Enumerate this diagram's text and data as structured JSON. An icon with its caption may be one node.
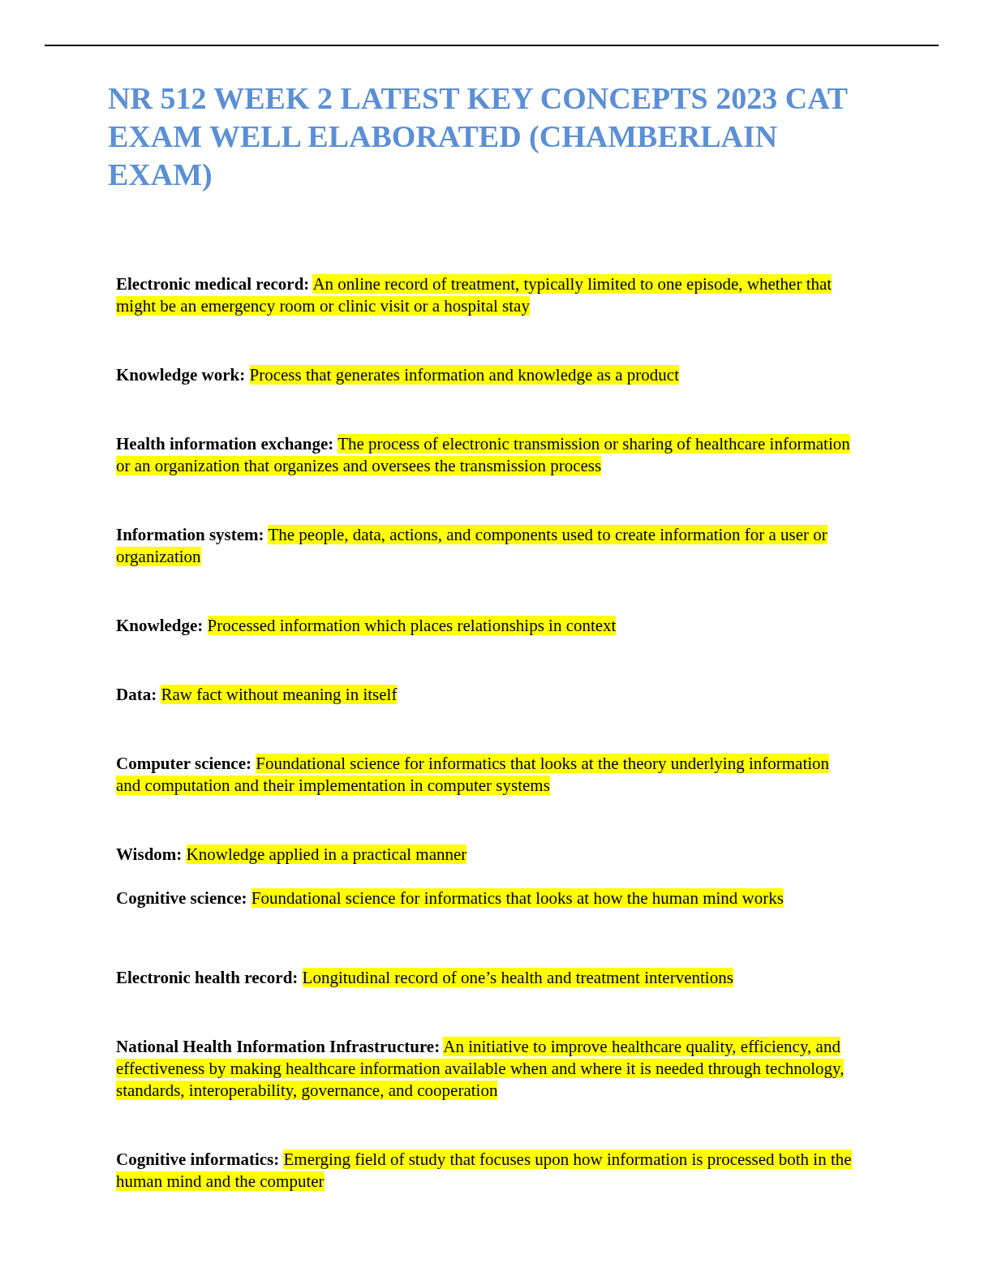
{
  "diagram": {
    "title": "NR 512 WEEK 2 LATEST KEY CONCEPTS 2023 CAT EXAM WELL ELABORATED (CHAMBERLAIN EXAM)",
    "labels": [
      "Electronic medical record:",
      "An online record of treatment, typically limited to one episode, whether that might be an emergency room or clinic visit or a hospital stay",
      "Knowledge work:",
      "Process that generates information and knowledge as a product",
      "Health information exchange:",
      "The process of electronic transmission or sharing of healthcare information or an organization that organizes and oversees the transmission process",
      "Information system:",
      "The people, data, actions, and components used to create information for a user or organization",
      "Knowledge:",
      "Processed information which places relationships in context",
      "Data:",
      "Raw fact without meaning in itself",
      "Computer science:",
      "Foundational science for informatics that looks at the theory underlying information and computation and their implementation in computer systems",
      "Wisdom:",
      "Knowledge applied in a practical manner",
      "Cognitive science:",
      "Foundational science for informatics that looks at how the human mind works",
      "Electronic health record:",
      "Longitudinal record of one’s health and treatment interventions",
      "National Health Information Infrastructure:",
      "An initiative to improve healthcare quality, efficiency, and effectiveness by making healthcare information available when and where it is needed through technology, standards, interoperability, governance, and cooperation",
      "Cognitive informatics:",
      "Emerging field of study that focuses upon how information is processed both in the human mind and the computer"
    ]
  }
}
